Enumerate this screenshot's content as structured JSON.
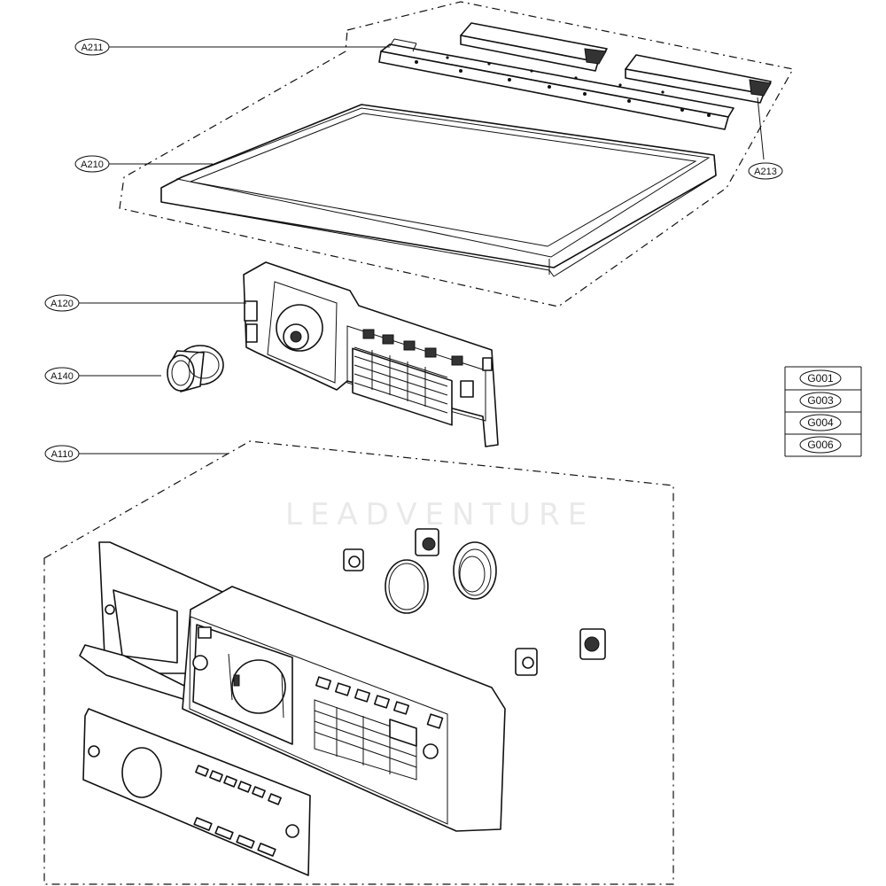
{
  "watermark": "LEADVENTURE",
  "callouts": {
    "a211": "A211",
    "a210": "A210",
    "a213": "A213",
    "a120": "A120",
    "a140": "A140",
    "a110": "A110"
  },
  "legend": {
    "items": [
      "G001",
      "G003",
      "G004",
      "G006"
    ]
  }
}
